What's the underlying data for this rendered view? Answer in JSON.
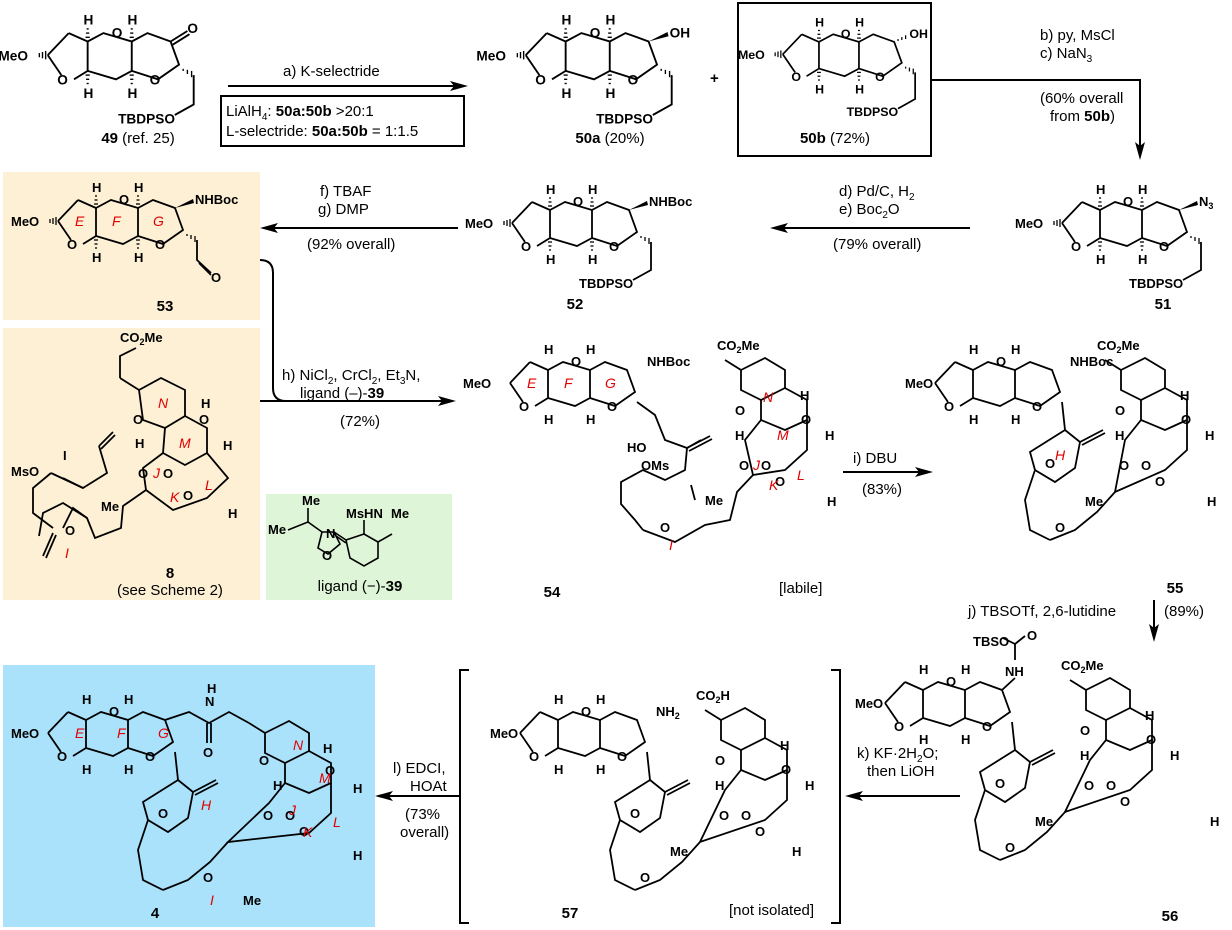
{
  "title": "Synthesis scheme toward compound 4",
  "colors": {
    "panel_yellow": "#fdf0d4",
    "panel_green": "#def5d8",
    "panel_blue": "#aae2fb",
    "ring_label": "#e00000",
    "ink": "#000000"
  },
  "compounds": {
    "c49": {
      "id": "49",
      "note": "(ref. 25)"
    },
    "c50a": {
      "id": "50a",
      "note": "(20%)"
    },
    "c50b": {
      "id": "50b",
      "note": "(72%)"
    },
    "c51": {
      "id": "51",
      "note": ""
    },
    "c52": {
      "id": "52",
      "note": ""
    },
    "c53": {
      "id": "53",
      "note": ""
    },
    "c8": {
      "id": "8",
      "note": "(see Scheme 2)"
    },
    "c39": {
      "prefix": "ligand (−)-",
      "id": "39"
    },
    "c54": {
      "id": "54",
      "note": "[labile]"
    },
    "c55": {
      "id": "55",
      "note": ""
    },
    "c56": {
      "id": "56",
      "note": ""
    },
    "c57": {
      "id": "57",
      "note": "[not isolated]"
    },
    "c4": {
      "id": "4",
      "note": ""
    }
  },
  "plus": "+",
  "steps": {
    "a": {
      "reagent": "a) K-selectride",
      "box_line1_pre": "LiAlH",
      "box_line1_sub": "4",
      "box_line1_mid": ": ",
      "box_line1_bold": "50a:50b",
      "box_line1_post": " >20:1",
      "box_line2_pre": "L-selectride: ",
      "box_line2_bold": "50a:50b",
      "box_line2_post": " = 1:1.5"
    },
    "bc": {
      "line1": "b) py, MsCl",
      "line2_pre": "c) NaN",
      "line2_sub": "3",
      "yield_line1": "(60% overall",
      "yield_line2_pre": "from ",
      "yield_line2_bold": "50b",
      "yield_line2_post": ")"
    },
    "de": {
      "line1_pre": "d) Pd/C, H",
      "line1_sub": "2",
      "line2_pre": "e) Boc",
      "line2_sub": "2",
      "line2_post": "O",
      "yield": "(79% overall)"
    },
    "fg": {
      "line1": "f)  TBAF",
      "line2": "g) DMP",
      "yield": "(92% overall)"
    },
    "h": {
      "line1_pre": "h) NiCl",
      "line1_sub1": "2",
      "line1_mid": ", CrCl",
      "line1_sub2": "2",
      "line1_mid2": ", Et",
      "line1_sub3": "3",
      "line1_post": "N,",
      "line2_pre": "ligand (–)-",
      "line2_bold": "39",
      "yield": "(72%)"
    },
    "i": {
      "reagent": "i) DBU",
      "yield": "(83%)"
    },
    "j": {
      "reagent": "j) TBSOTf, 2,6-lutidine",
      "yield": "(89%)"
    },
    "k": {
      "line1_pre": "k) KF·2H",
      "line1_sub": "2",
      "line1_post": "O;",
      "line2": "then LiOH"
    },
    "l": {
      "line1": "l) EDCI,",
      "line2": "HOAt",
      "yield1": "(73%",
      "yield2": "overall)"
    }
  },
  "atoms": {
    "MeO": "MeO",
    "O": "O",
    "H": "H",
    "OH": "OH",
    "TBDPSO": "TBDPSO",
    "N3": "N",
    "N3_sub": "3",
    "NHBoc": "NHBoc",
    "NH2": "NH",
    "NH2_sub": "2",
    "NH": "NH",
    "N": "N",
    "HN_amide": "H",
    "CO2Me": "CO",
    "CO2Me_sub": "2",
    "CO2Me_post": "Me",
    "CO2H_post": "H",
    "MsO": "MsO",
    "OMs": "OMs",
    "I": "I",
    "Me": "Me",
    "HO": "HO",
    "TBSO": "TBSO",
    "MsHN": "MsHN"
  },
  "ring_labels": {
    "E": "E",
    "F": "F",
    "G": "G",
    "H": "H",
    "I": "I",
    "J": "J",
    "K": "K",
    "L": "L",
    "M": "M",
    "N": "N"
  }
}
